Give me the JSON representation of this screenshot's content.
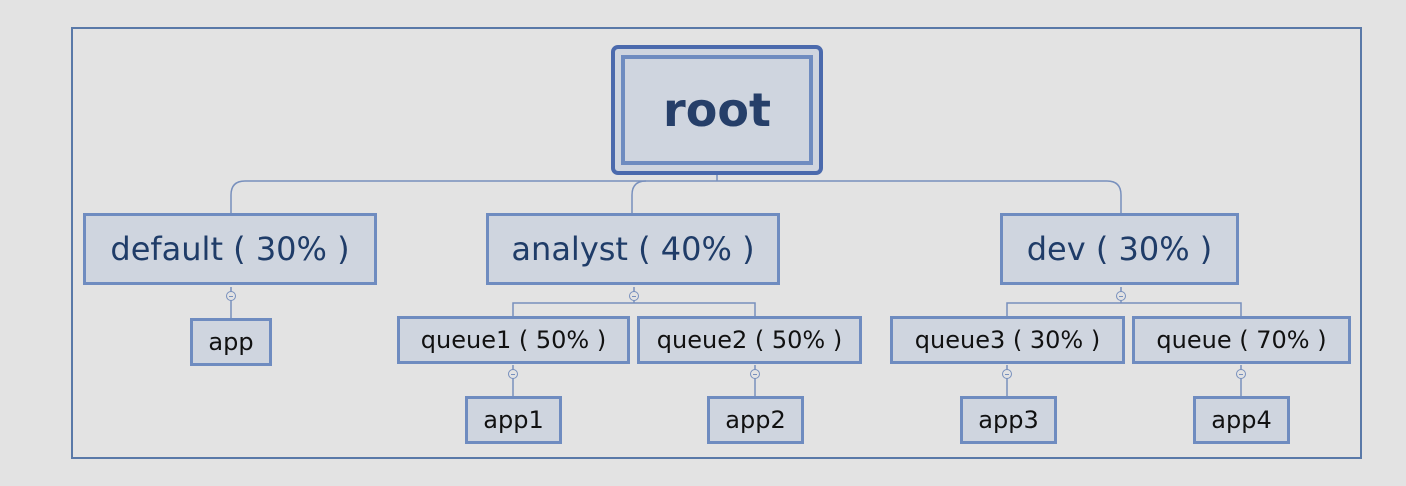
{
  "diagram": {
    "root": {
      "label": "root"
    },
    "groups": [
      {
        "label": "default ( 30% )",
        "children": [
          {
            "label": "app"
          }
        ]
      },
      {
        "label": "analyst ( 40% )",
        "children": [
          {
            "label": "queue1 ( 50% )",
            "children": [
              {
                "label": "app1"
              }
            ]
          },
          {
            "label": "queue2 ( 50% )",
            "children": [
              {
                "label": "app2"
              }
            ]
          }
        ]
      },
      {
        "label": "dev ( 30% )",
        "children": [
          {
            "label": "queue3 ( 30% )",
            "children": [
              {
                "label": "app3"
              }
            ]
          },
          {
            "label": "queue ( 70% )",
            "children": [
              {
                "label": "app4"
              }
            ]
          }
        ]
      }
    ]
  },
  "colors": {
    "background": "#e3e3e3",
    "node_fill": "#cfd5df",
    "node_border": "#6f8cc0",
    "root_border": "#4b6aad",
    "connector": "#7890bd",
    "heading_text": "#1f3c68"
  }
}
